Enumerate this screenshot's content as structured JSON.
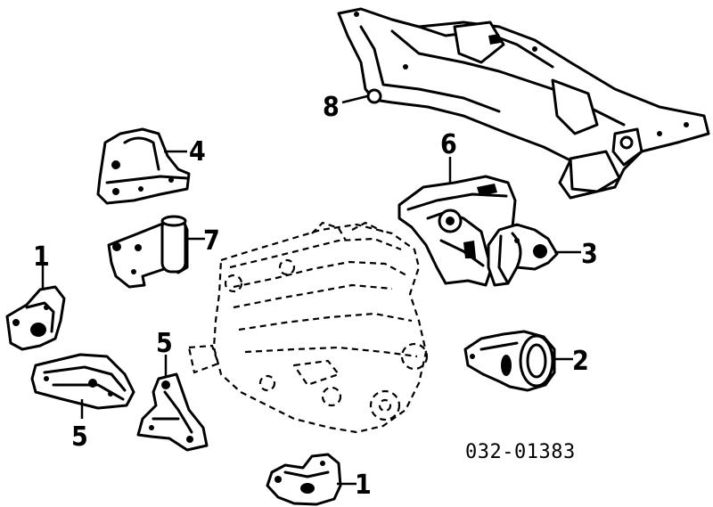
{
  "diagram": {
    "part_number": "032-01383",
    "callouts": {
      "subframe": "8",
      "mount_upper_left": "4",
      "mount_mid_left": "1",
      "damper": "7",
      "bracket_right": "6",
      "mount_right": "3",
      "mount_front": "2",
      "bracket_lower_left": "5",
      "bracket_lower_center": "5",
      "mount_bottom": "1"
    }
  }
}
